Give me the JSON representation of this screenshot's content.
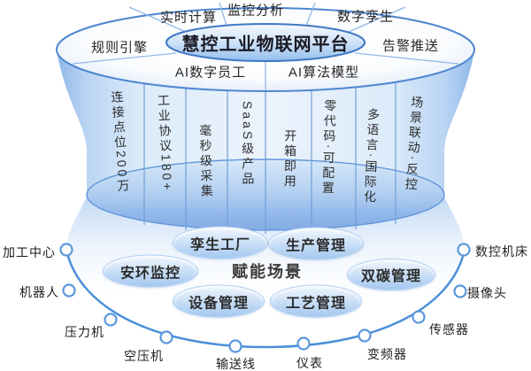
{
  "platform": {
    "title": "慧控工业物联网平台"
  },
  "capability_ring": {
    "sectors": [
      {
        "label": "规则引擎"
      },
      {
        "label": "实时计算"
      },
      {
        "label": "监控分析"
      },
      {
        "label": "数字孪生"
      },
      {
        "label": "告警推送"
      }
    ],
    "ai_band": [
      {
        "label": "AI数字员工"
      },
      {
        "label": "AI算法模型"
      }
    ]
  },
  "pillars": [
    {
      "label": "连接点位200万"
    },
    {
      "label": "工业协议180+"
    },
    {
      "label": "毫秒级采集"
    },
    {
      "label": "SaaS级产品"
    },
    {
      "label": "开箱即用"
    },
    {
      "label": "零代码·可配置"
    },
    {
      "label": "多语言·国际化"
    },
    {
      "label": "场景联动·反控"
    }
  ],
  "scenes": {
    "heading": "赋能场景",
    "badges": [
      {
        "label": "孪生工厂"
      },
      {
        "label": "生产管理"
      },
      {
        "label": "安环监控"
      },
      {
        "label": "双碳管理"
      },
      {
        "label": "设备管理"
      },
      {
        "label": "工艺管理"
      }
    ]
  },
  "devices": [
    {
      "label": "加工中心"
    },
    {
      "label": "机器人"
    },
    {
      "label": "压力机"
    },
    {
      "label": "空压机"
    },
    {
      "label": "输送线"
    },
    {
      "label": "仪表"
    },
    {
      "label": "变频器"
    },
    {
      "label": "传感器"
    },
    {
      "label": "摄像头"
    },
    {
      "label": "数控机床"
    }
  ],
  "colors": {
    "outline_blue": "#4d86d1",
    "arc_blue": "#4a8fd8",
    "divider_blue": "#6f9fd8",
    "fill_light": "#dcebfa",
    "fill_deep": "#8fb7e8",
    "badge_blue": "#a4c8f0",
    "text_dark": "#262626"
  }
}
